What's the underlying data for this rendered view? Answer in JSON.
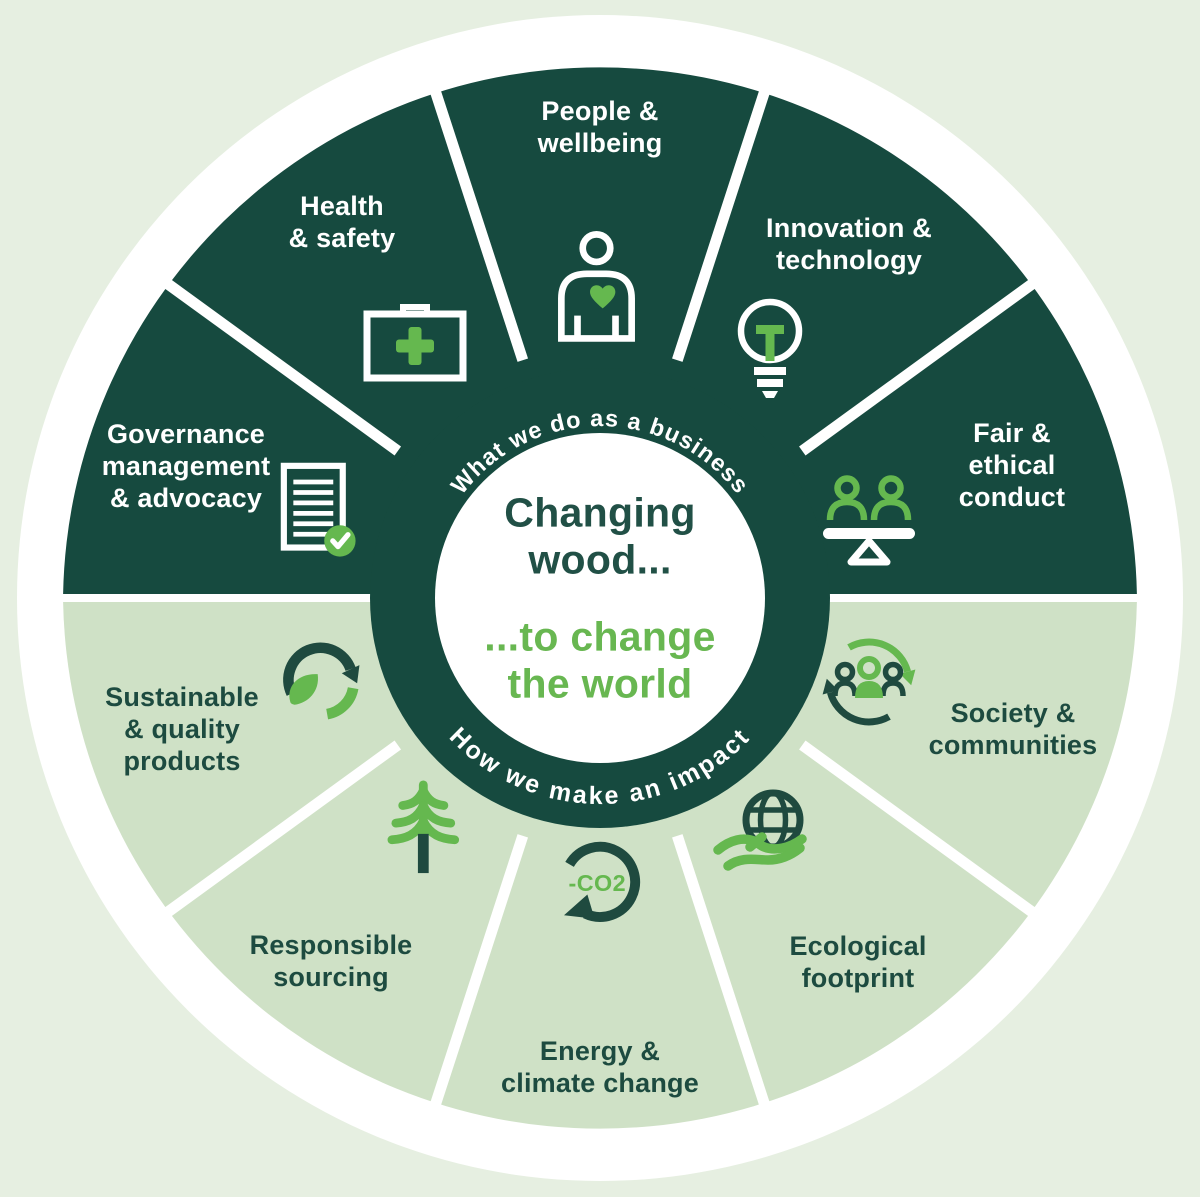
{
  "colors": {
    "background": "#e6efe1",
    "dark_green": "#164a3f",
    "light_green": "#cfe1c6",
    "accent_green": "#65b84f",
    "white": "#ffffff",
    "center_dark_text": "#215046",
    "center_green_text": "#68b751"
  },
  "center": {
    "headline_dark": "Changing\nwood...",
    "headline_green": "...to change\nthe world"
  },
  "ring_labels": {
    "top": "What we do as a business",
    "bottom": "How we make an impact"
  },
  "business_segments": [
    {
      "label": "Governance\nmanagement\n& advocacy",
      "icon": "document-check-icon"
    },
    {
      "label": "Health\n& safety",
      "icon": "first-aid-kit-icon"
    },
    {
      "label": "People &\nwellbeing",
      "icon": "person-heart-icon"
    },
    {
      "label": "Innovation &\ntechnology",
      "icon": "lightbulb-icon"
    },
    {
      "label": "Fair &\nethical\nconduct",
      "icon": "balance-scale-icon"
    }
  ],
  "impact_segments": [
    {
      "label": "Sustainable\n& quality\nproducts",
      "icon": "leaf-recycle-icon"
    },
    {
      "label": "Responsible\nsourcing",
      "icon": "pine-tree-icon"
    },
    {
      "label": "Energy &\nclimate change",
      "icon": "co2-reduction-icon"
    },
    {
      "label": "Ecological\nfootprint",
      "icon": "globe-hand-icon"
    },
    {
      "label": "Society &\ncommunities",
      "icon": "community-cycle-icon"
    }
  ],
  "icon_texts": {
    "co2": "-CO2"
  }
}
